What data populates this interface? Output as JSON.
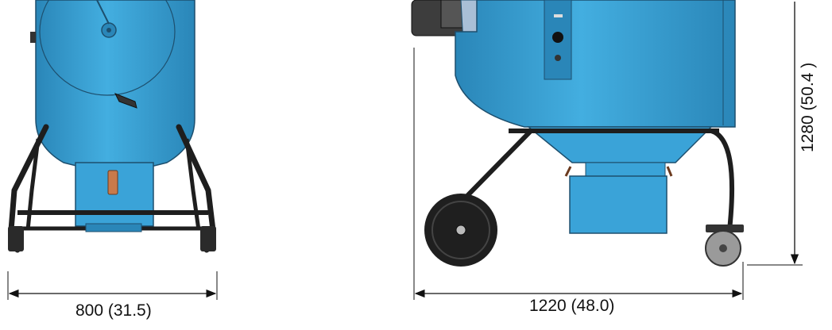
{
  "dimensions": {
    "front_width": "800 (31.5)",
    "side_length": "1220 (48.0)",
    "height": "1280 (50.4 )"
  },
  "colors": {
    "body_blue": "#3aa3d8",
    "body_shadow": "#2a86b8",
    "outline": "#1d4f6e",
    "frame_black": "#1e1e1e",
    "dimension_line": "#111111"
  }
}
